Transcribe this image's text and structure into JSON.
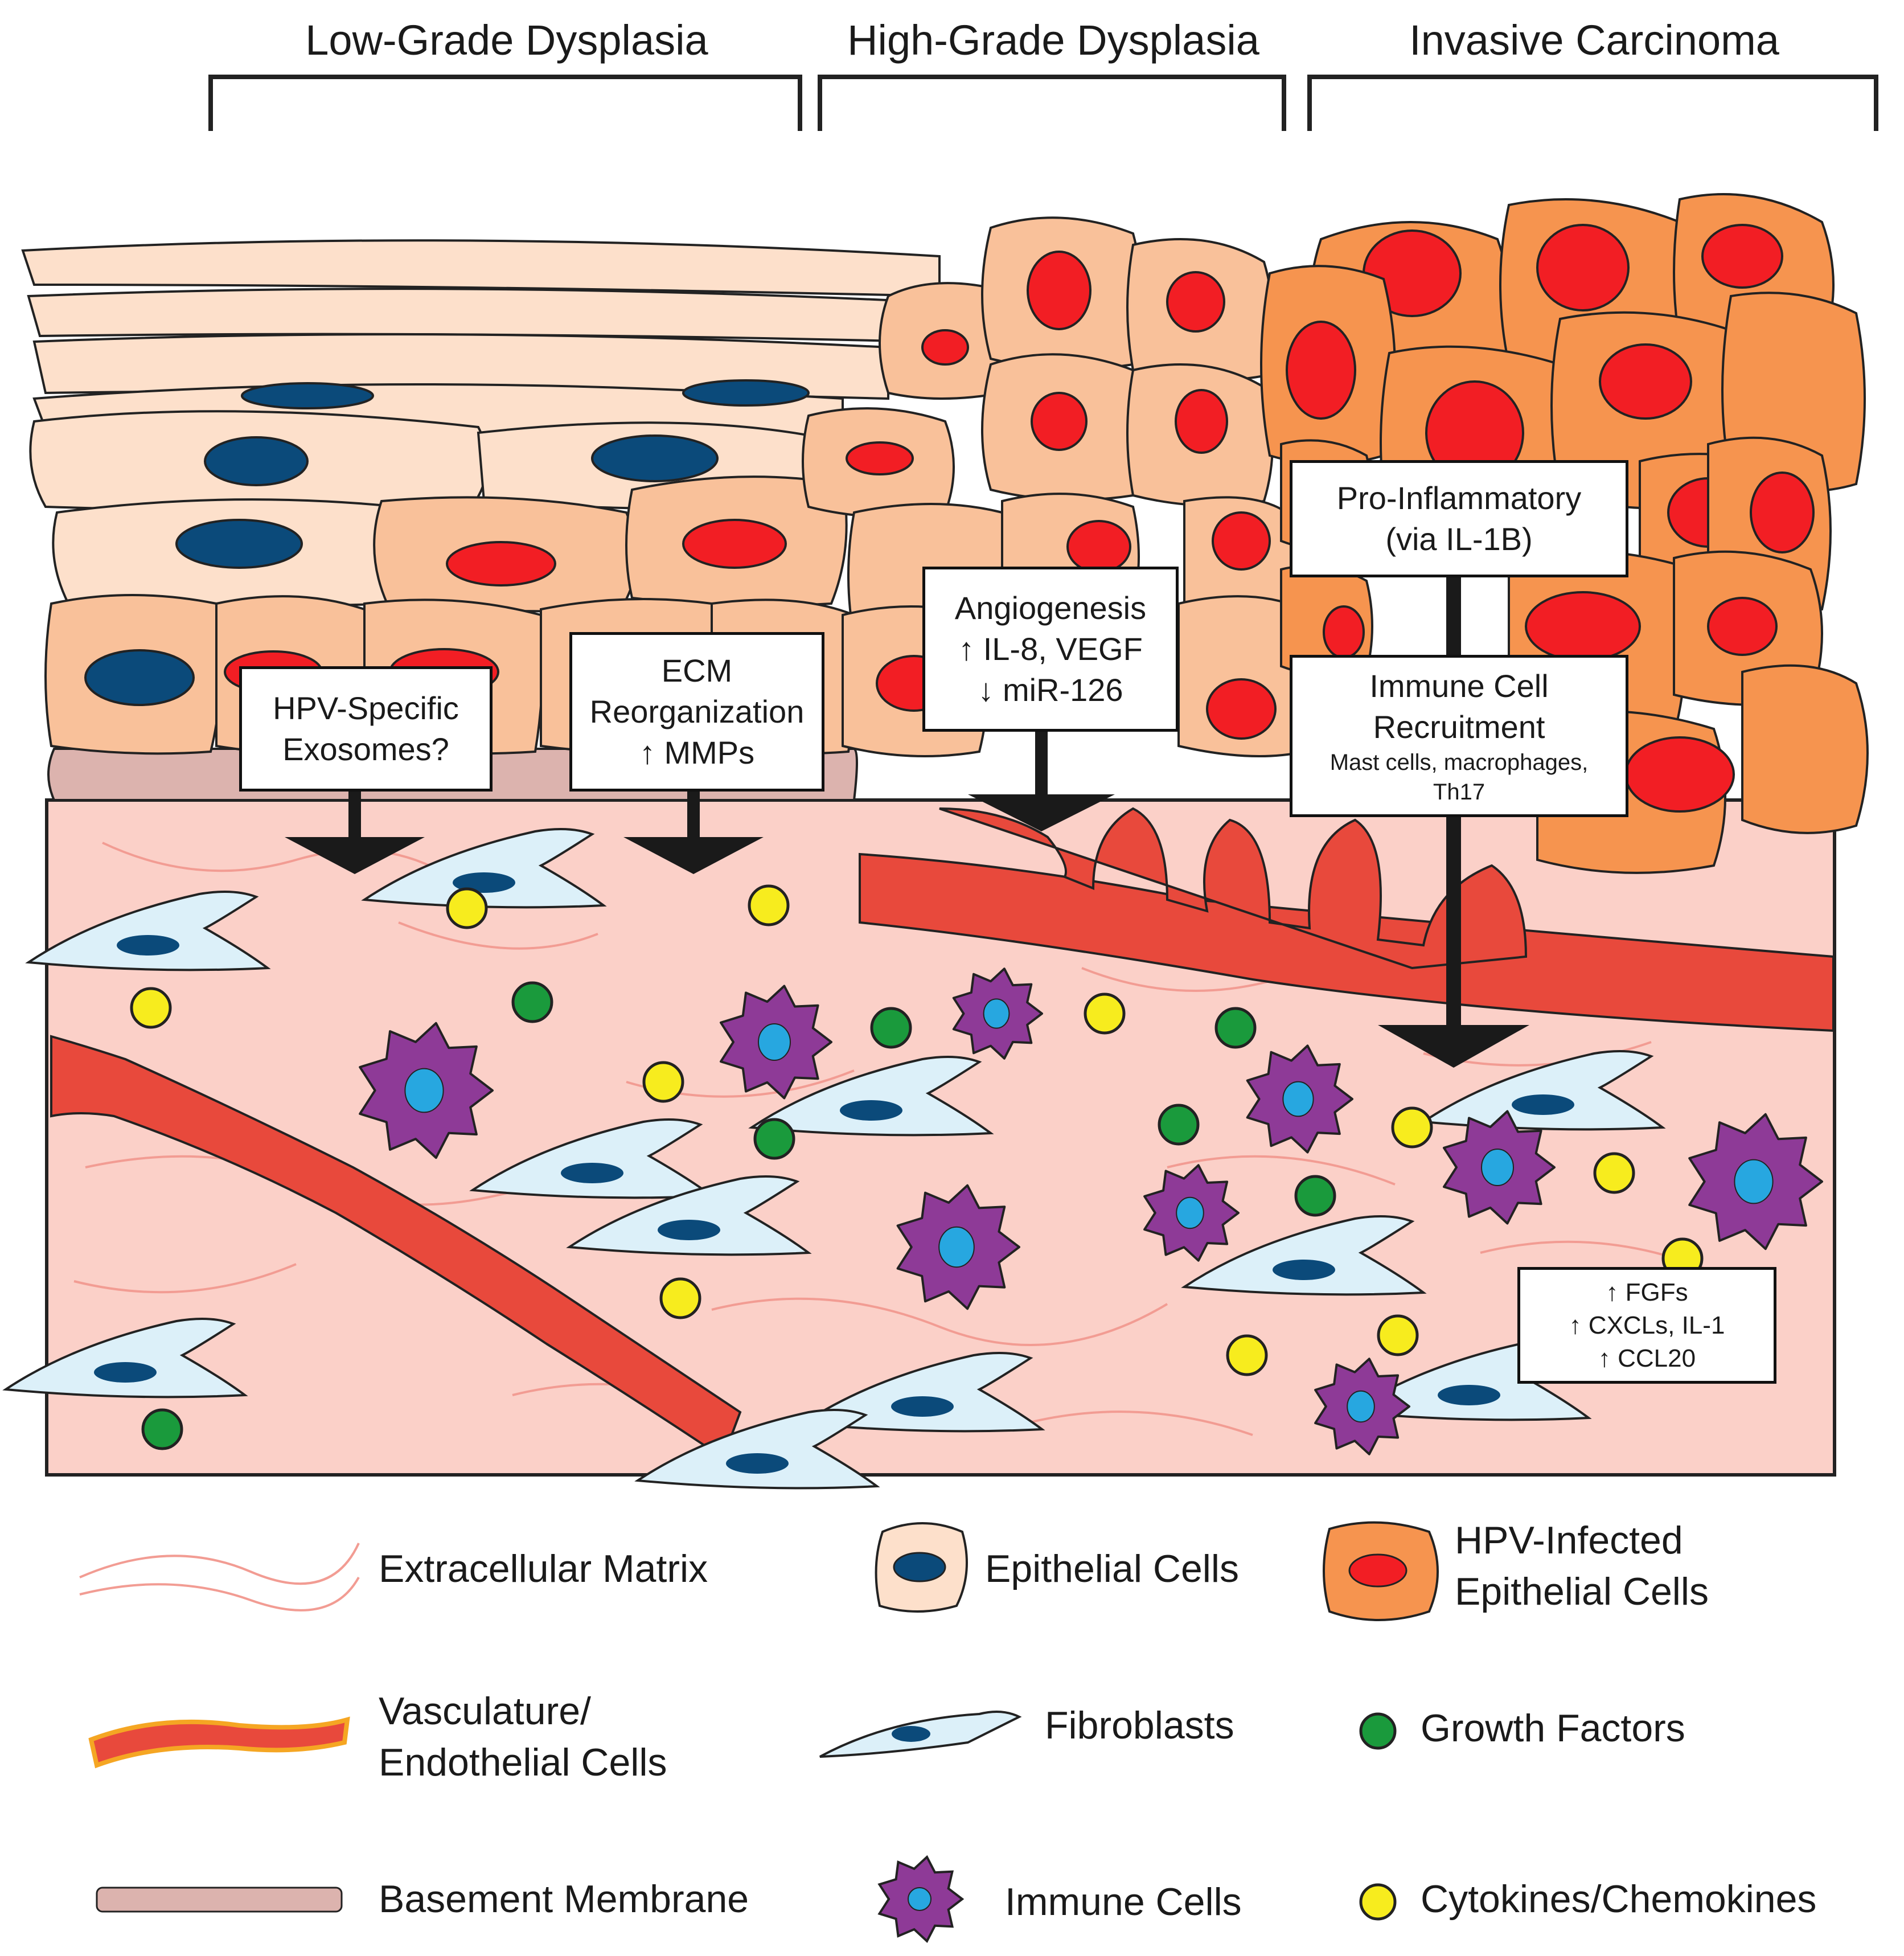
{
  "stages": {
    "low": "Low-Grade Dysplasia",
    "high": "High-Grade Dysplasia",
    "invasive": "Invasive Carcinoma"
  },
  "boxes": {
    "exosomes": {
      "line1": "HPV-Specific",
      "line2": "Exosomes?"
    },
    "ecm": {
      "line1": "ECM",
      "line2": "Reorganization",
      "line3": "↑ MMPs"
    },
    "angio": {
      "line1": "Angiogenesis",
      "line2": "↑ IL-8, VEGF",
      "line3": "↓ miR-126"
    },
    "inflam": {
      "line1": "Pro-Inflammatory",
      "line2": "(via IL-1B)"
    },
    "immune": {
      "line1": "Immune Cell",
      "line2": "Recruitment",
      "line3": "Mast cells, macrophages,",
      "line4": "Th17"
    },
    "factors": {
      "line1": "↑ FGFs",
      "line2": "↑ CXCLs, IL-1",
      "line3": "↑ CCL20"
    }
  },
  "legend": {
    "ecm": "Extracellular Matrix",
    "epithelial": "Epithelial Cells",
    "hpv_line1": "HPV-Infected",
    "hpv_line2": "Epithelial Cells",
    "vasc_line1": "Vasculature/",
    "vasc_line2": "Endothelial Cells",
    "fibroblasts": "Fibroblasts",
    "growth": "Growth Factors",
    "basement": "Basement Membrane",
    "immune": "Immune Cells",
    "cytokines": "Cytokines/Chemokines"
  },
  "colors": {
    "epithelial": "#f9c19a",
    "epithelial_light": "#fde0cb",
    "hpv_cell": "#f6944f",
    "nucleus_blue": "#0b4a7a",
    "nucleus_red": "#f21e24",
    "stroma": "#fbd0c8",
    "basement": "#dcb3ae",
    "vessel": "#e8493c",
    "endothelial": "#f5a623",
    "fibroblast": "#dcf0f9",
    "immune": "#8e3a97",
    "immune_nucleus": "#27a7e0",
    "growth_factor": "#1a9a3c",
    "cytokine": "#f7ec1e"
  }
}
